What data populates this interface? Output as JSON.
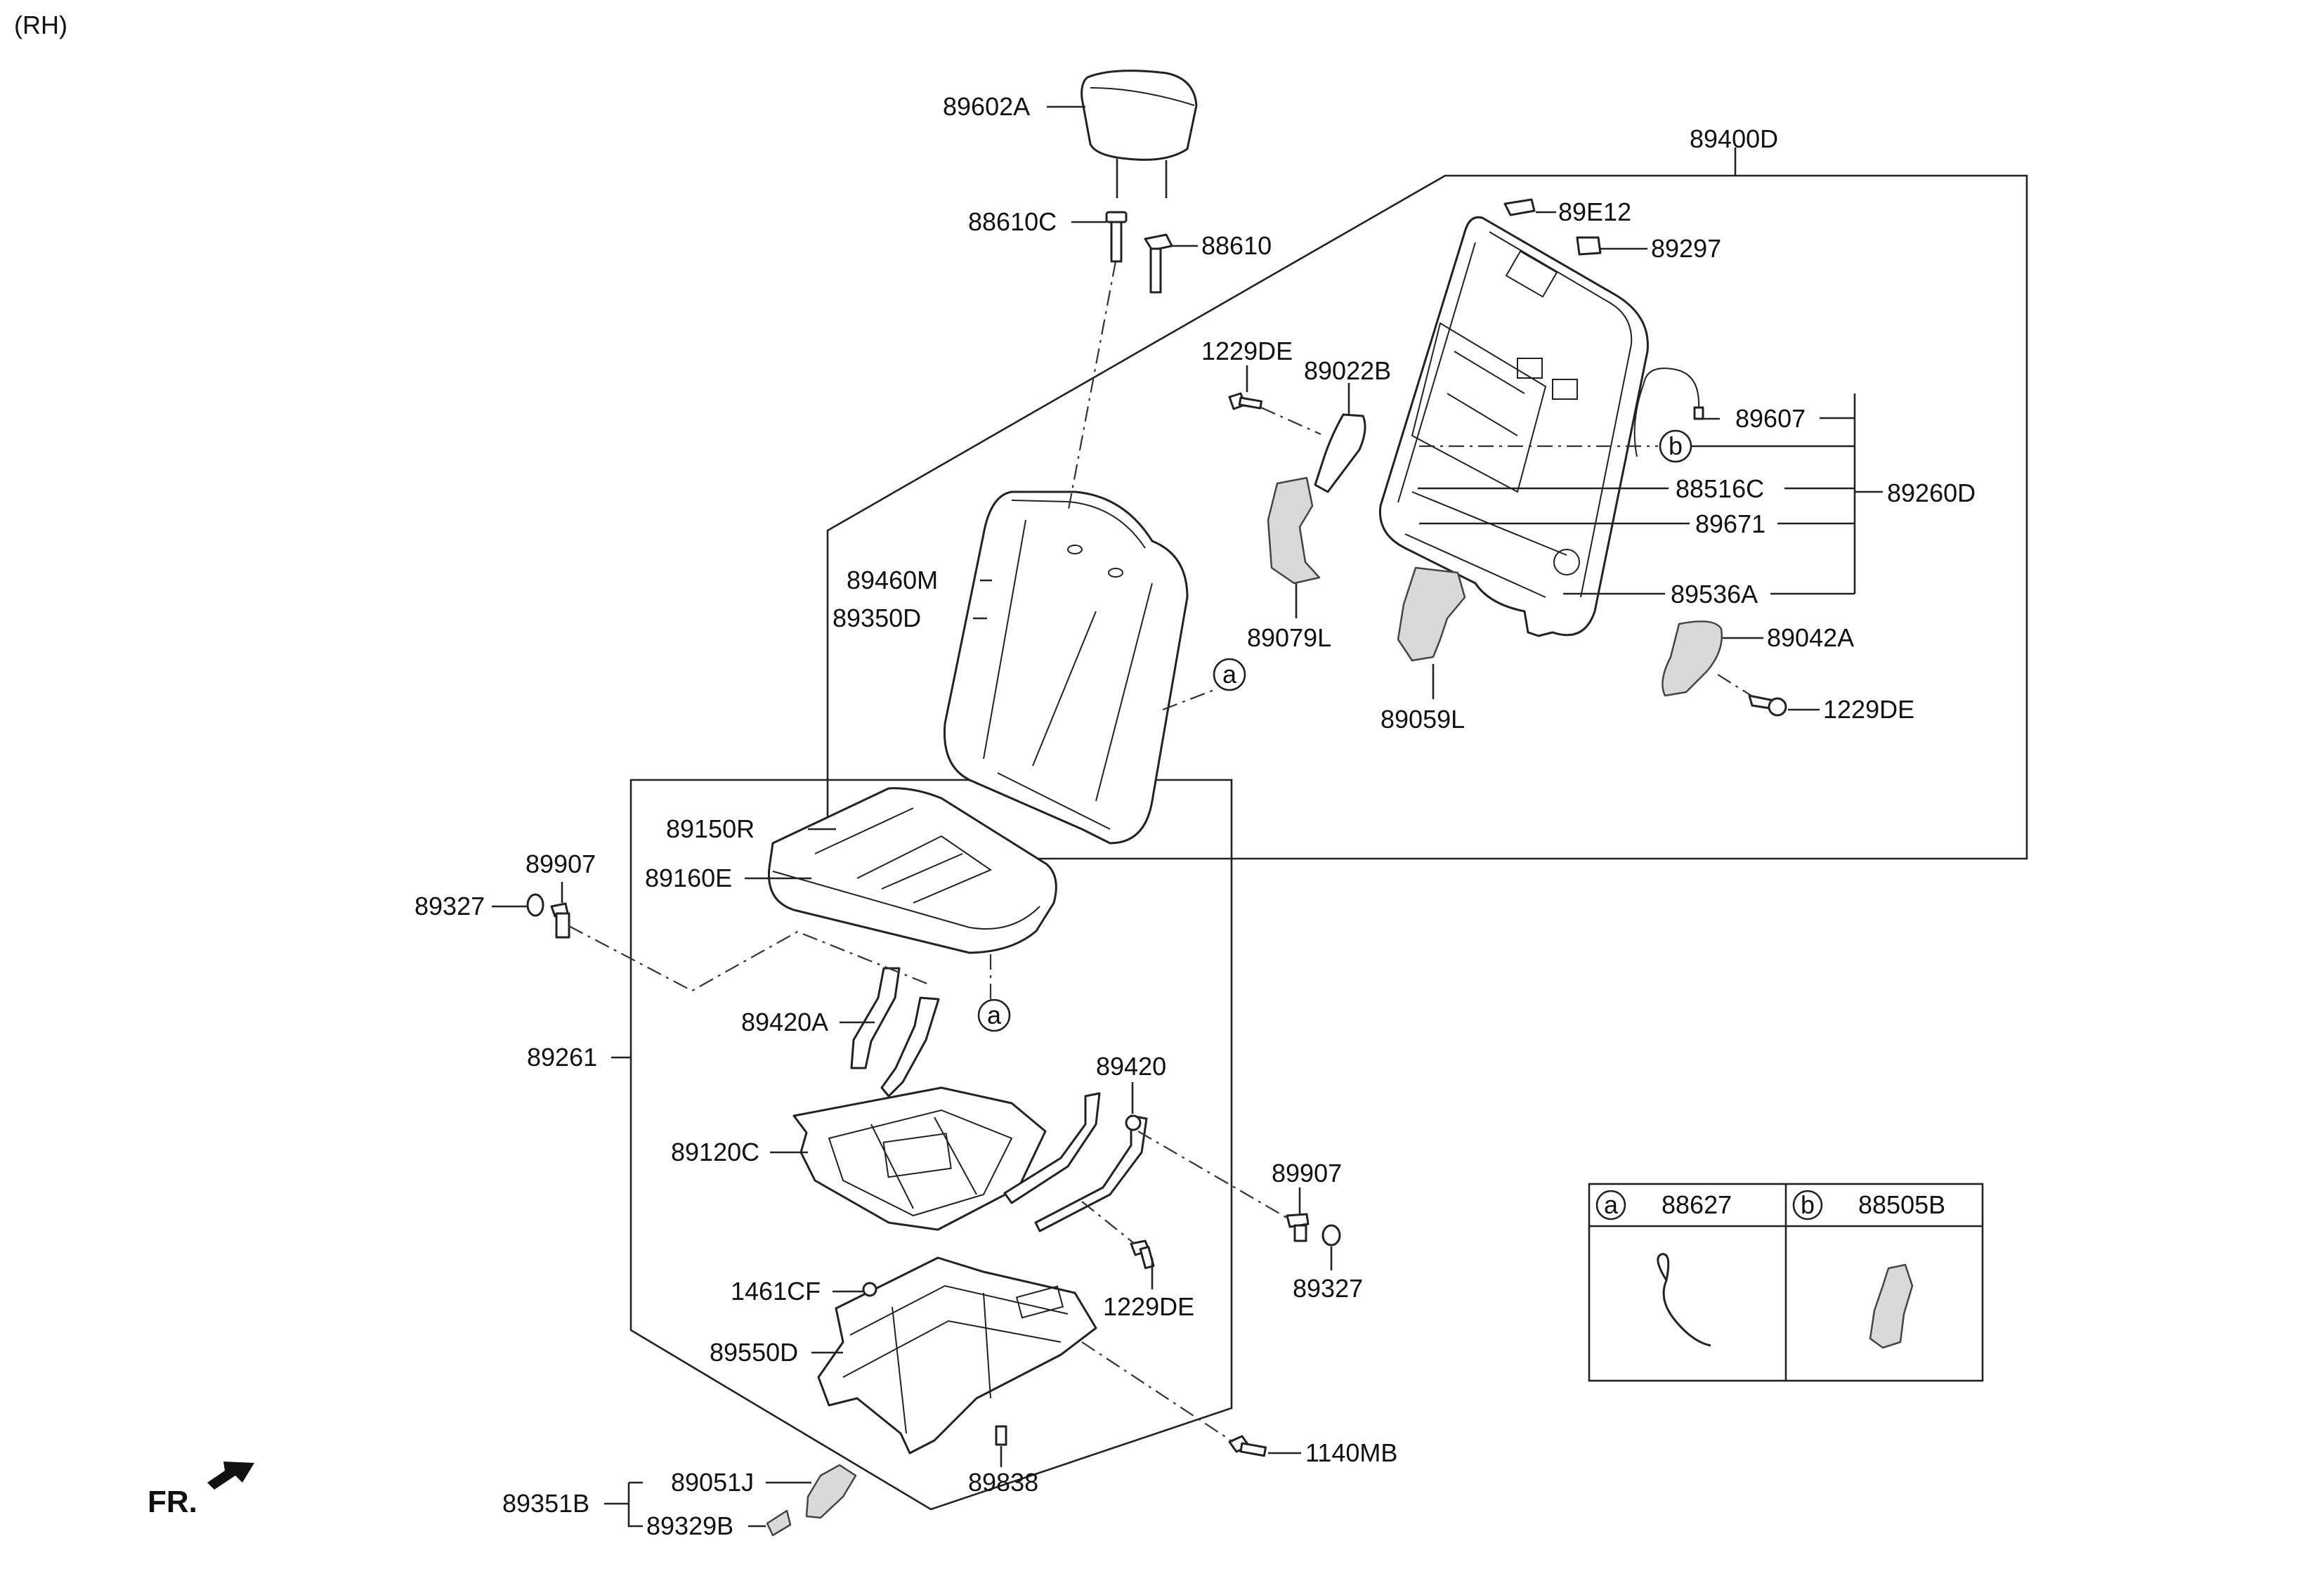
{
  "corner_label": "(RH)",
  "front_indicator": "FR.",
  "callouts": {
    "c_89602A": "89602A",
    "c_88610C": "88610C",
    "c_88610": "88610",
    "c_89400D": "89400D",
    "c_89E12": "89E12",
    "c_89297": "89297",
    "c_1229DE_top": "1229DE",
    "c_89022B": "89022B",
    "c_89607": "89607",
    "c_b_top": "b",
    "c_88516C": "88516C",
    "c_89260D": "89260D",
    "c_89671": "89671",
    "c_89536A": "89536A",
    "c_89042A": "89042A",
    "c_1229DE_right": "1229DE",
    "c_89079L": "89079L",
    "c_89059L": "89059L",
    "c_89460M": "89460M",
    "c_89350D": "89350D",
    "c_a_back": "a",
    "c_89150R": "89150R",
    "c_89160E": "89160E",
    "c_89907_left": "89907",
    "c_89327_left": "89327",
    "c_a_cushion": "a",
    "c_89420A": "89420A",
    "c_89261": "89261",
    "c_89420": "89420",
    "c_89120C": "89120C",
    "c_89907_right": "89907",
    "c_89327_right": "89327",
    "c_1229DE_bottom": "1229DE",
    "c_1461CF": "1461CF",
    "c_89550D": "89550D",
    "c_1140MB": "1140MB",
    "c_89838": "89838",
    "c_89051J": "89051J",
    "c_89351B": "89351B",
    "c_89329B": "89329B"
  },
  "legend_table": {
    "col_a_letter": "a",
    "col_a_part": "88627",
    "col_b_letter": "b",
    "col_b_part": "88505B"
  }
}
